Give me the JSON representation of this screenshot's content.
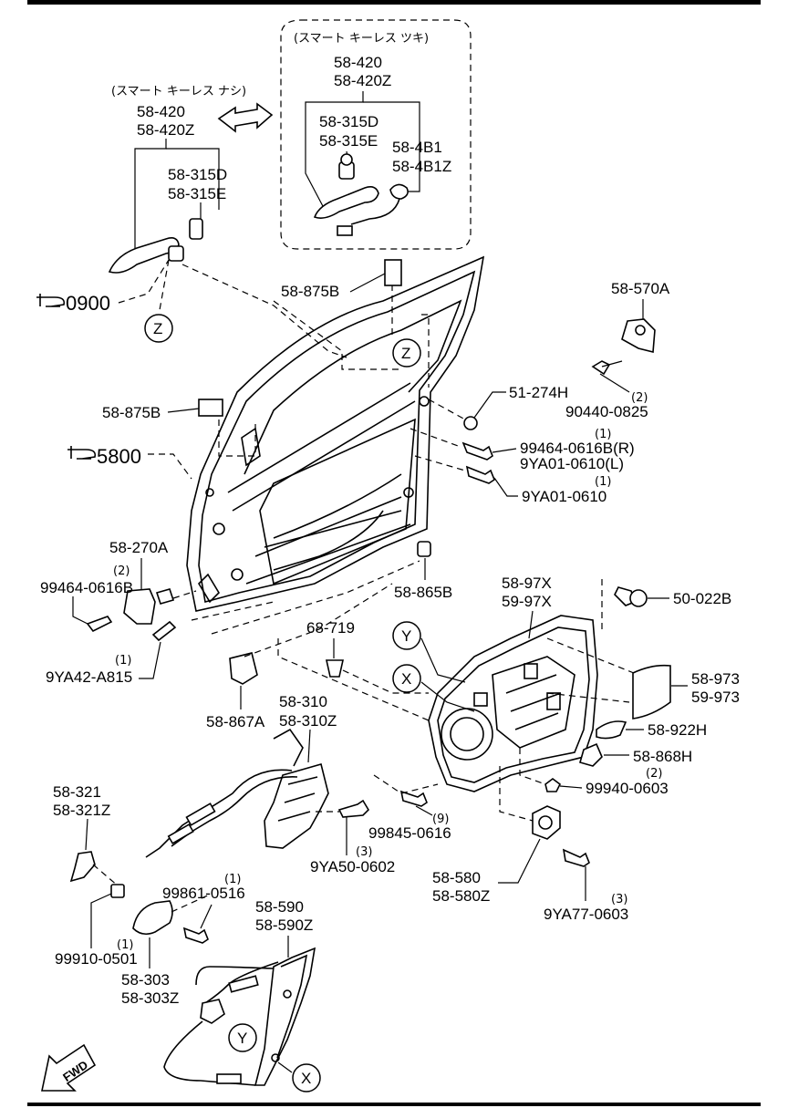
{
  "title_smart": "(スマート キーレス ツキ)",
  "title_nosmart": "(スマート キーレス ナシ)",
  "refs": {
    "ref_0900": "0900",
    "ref_5800": "5800"
  },
  "markers": {
    "z": "Z",
    "y": "Y",
    "x": "X"
  },
  "fwd": "FWD",
  "parts": {
    "p58_420": "58-420",
    "p58_420z": "58-420Z",
    "p58_315d": "58-315D",
    "p58_315e": "58-315E",
    "p58_4b1": "58-4B1",
    "p58_4b1z": "58-4B1Z",
    "p58_875b": "58-875B",
    "p58_570a": "58-570A",
    "p51_274h": "51-274H",
    "p90440_0825": "90440-0825",
    "q2a": "(2)",
    "p99464_0616b_r": "99464-0616B(R)",
    "p9ya01_0610_l": "9YA01-0610(L)",
    "q1a": "(1)",
    "p9ya01_0610": "9YA01-0610",
    "q1b": "(1)",
    "p58_270a": "58-270A",
    "q2b": "(2)",
    "p99464_0616b": "99464-0616B",
    "q1c": "(1)",
    "p9ya42_a815": "9YA42-A815",
    "p58_865b": "58-865B",
    "p58_97x": "58-97X",
    "p59_97x": "59-97X",
    "p50_022b": "50-022B",
    "p68_719": "68-719",
    "p58_867a": "58-867A",
    "p58_310": "58-310",
    "p58_310z": "58-310Z",
    "p58_973": "58-973",
    "p59_973": "59-973",
    "p58_922h": "58-922H",
    "p58_868h": "58-868H",
    "q2c": "(2)",
    "p99940_0603": "99940-0603",
    "p58_321": "58-321",
    "p58_321z": "58-321Z",
    "q9": "(9)",
    "p99845_0616": "99845-0616",
    "q3a": "(3)",
    "p9ya50_0602": "9YA50-0602",
    "q1d": "(1)",
    "p99861_0516": "99861-0516",
    "p58_580": "58-580",
    "p58_580z": "58-580Z",
    "q3b": "(3)",
    "p9ya77_0603": "9YA77-0603",
    "p58_590": "58-590",
    "p58_590z": "58-590Z",
    "q1e": "(1)",
    "p99910_0501": "99910-0501",
    "p58_303": "58-303",
    "p58_303z": "58-303Z"
  }
}
